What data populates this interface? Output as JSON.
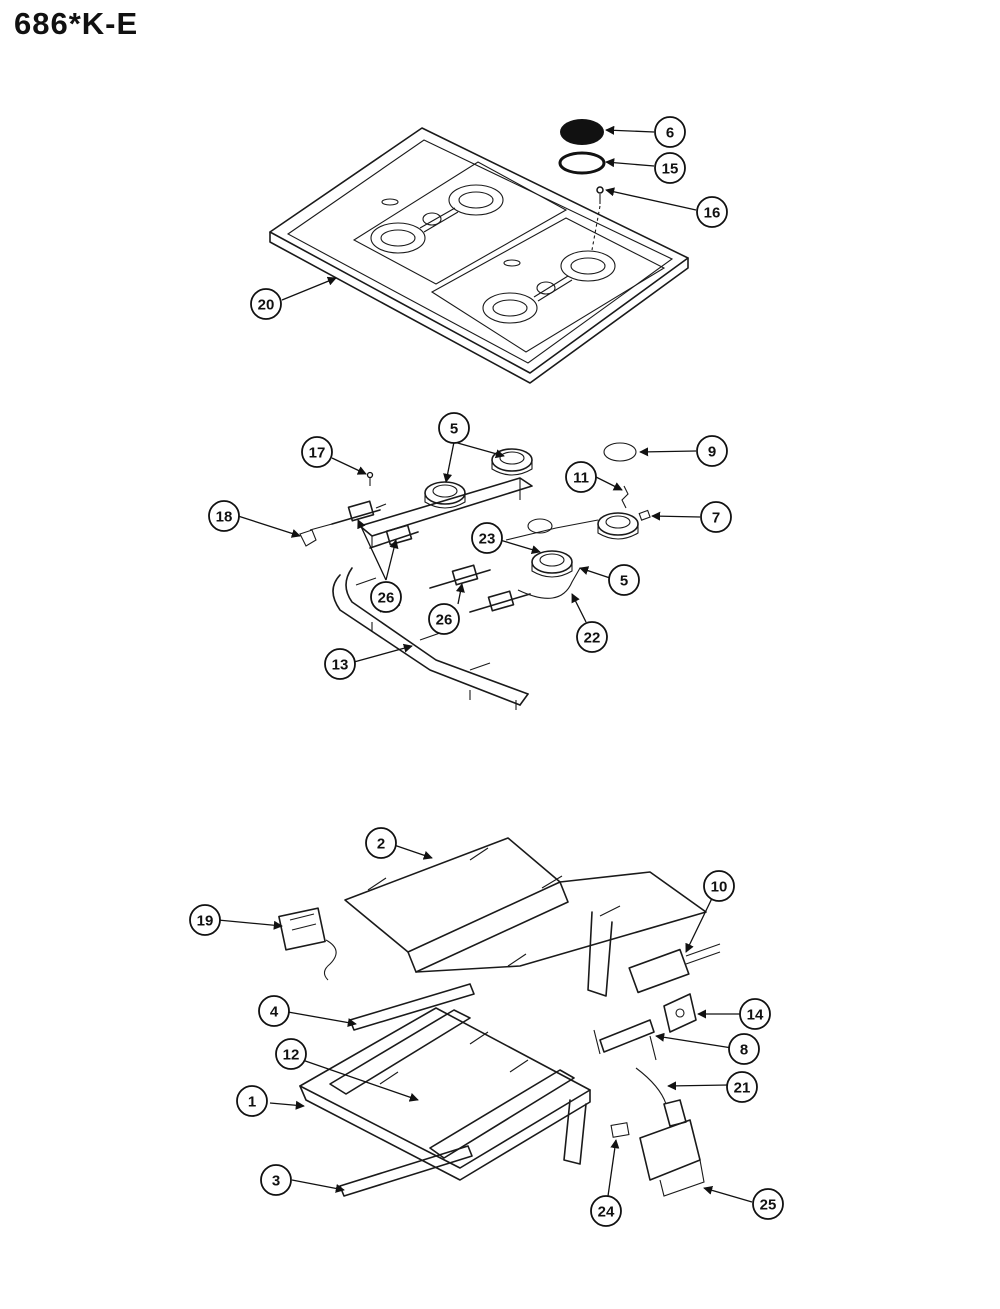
{
  "page": {
    "title": "686*K-E"
  },
  "callouts": [
    "6",
    "15",
    "16",
    "20",
    "17",
    "5",
    "9",
    "11",
    "18",
    "7",
    "23",
    "5",
    "26",
    "26",
    "22",
    "13",
    "2",
    "10",
    "19",
    "4",
    "14",
    "12",
    "8",
    "1",
    "21",
    "3",
    "24",
    "25"
  ]
}
